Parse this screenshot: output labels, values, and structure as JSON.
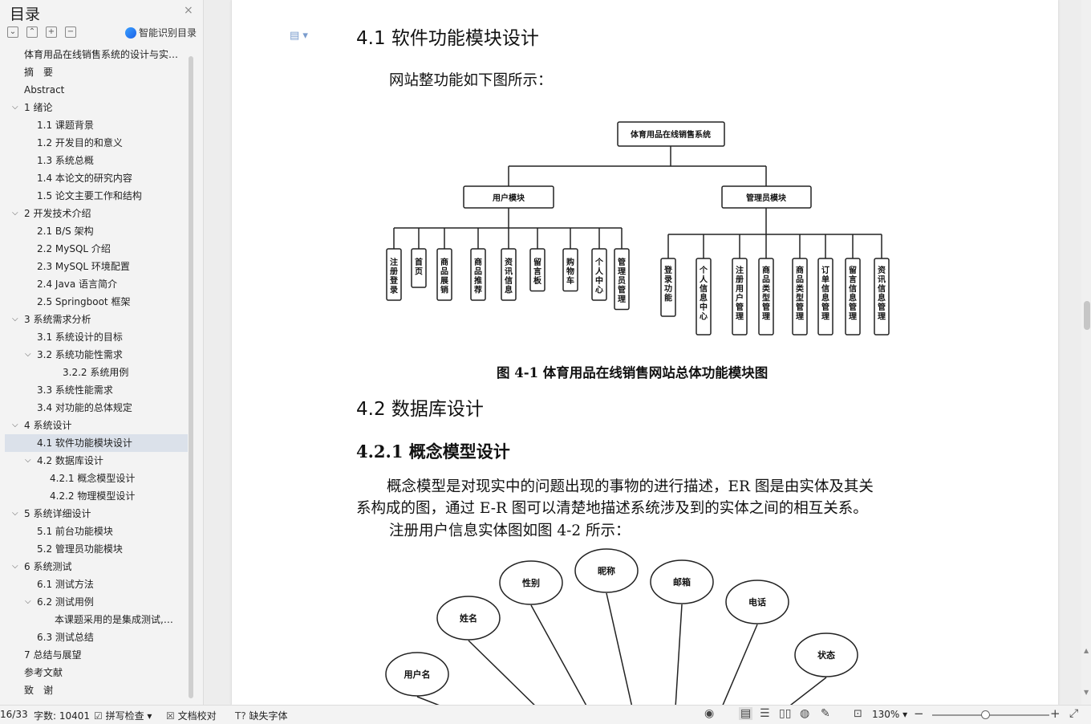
{
  "sidebar": {
    "title": "目录",
    "close_glyph": "×",
    "smart_toc_label": "智能识别目录",
    "items": [
      {
        "label": "体育用品在线销售系统的设计与实…",
        "level": 0,
        "chevron": false
      },
      {
        "label": "摘　要",
        "level": 0,
        "chevron": false
      },
      {
        "label": "Abstract",
        "level": 0,
        "chevron": false
      },
      {
        "label": "1 绪论",
        "level": 0,
        "chevron": true
      },
      {
        "label": "1.1 课题背景",
        "level": 1,
        "chevron": false
      },
      {
        "label": "1.2 开发目的和意义",
        "level": 1,
        "chevron": false
      },
      {
        "label": "1.3 系统总概",
        "level": 1,
        "chevron": false
      },
      {
        "label": "1.4 本论文的研究内容",
        "level": 1,
        "chevron": false
      },
      {
        "label": "1.5 论文主要工作和结构",
        "level": 1,
        "chevron": false
      },
      {
        "label": "2 开发技术介绍",
        "level": 0,
        "chevron": true
      },
      {
        "label": "2.1 B/S 架构",
        "level": 1,
        "chevron": false
      },
      {
        "label": "2.2 MySQL 介绍",
        "level": 1,
        "chevron": false
      },
      {
        "label": "2.3 MySQL 环境配置",
        "level": 1,
        "chevron": false
      },
      {
        "label": "2.4 Java 语言简介",
        "level": 1,
        "chevron": false
      },
      {
        "label": "2.5 Springboot 框架",
        "level": 1,
        "chevron": false
      },
      {
        "label": "3 系统需求分析",
        "level": 0,
        "chevron": true
      },
      {
        "label": "3.1 系统设计的目标",
        "level": 1,
        "chevron": false
      },
      {
        "label": "3.2 系统功能性需求",
        "level": 1,
        "chevron": true
      },
      {
        "label": "3.2.2 系统用例",
        "level": 3,
        "chevron": false
      },
      {
        "label": "3.3 系统性能需求",
        "level": 1,
        "chevron": false
      },
      {
        "label": "3.4 对功能的总体规定",
        "level": 1,
        "chevron": false
      },
      {
        "label": "4 系统设计",
        "level": 0,
        "chevron": true
      },
      {
        "label": "4.1 软件功能模块设计",
        "level": 1,
        "chevron": false,
        "active": true
      },
      {
        "label": "4.2 数据库设计",
        "level": 1,
        "chevron": true
      },
      {
        "label": "4.2.1 概念模型设计",
        "level": 2,
        "chevron": false
      },
      {
        "label": "4.2.2 物理模型设计",
        "level": 2,
        "chevron": false
      },
      {
        "label": "5 系统详细设计",
        "level": 0,
        "chevron": true
      },
      {
        "label": "5.1 前台功能模块",
        "level": 1,
        "chevron": false
      },
      {
        "label": "5.2 管理员功能模块",
        "level": 1,
        "chevron": false
      },
      {
        "label": "6 系统测试",
        "level": 0,
        "chevron": true
      },
      {
        "label": "6.1 测试方法",
        "level": 1,
        "chevron": false
      },
      {
        "label": "6.2 测试用例",
        "level": 1,
        "chevron": true
      },
      {
        "label": "本课题采用的是集成测试,…",
        "level": 2.4,
        "chevron": false
      },
      {
        "label": "6.3 测试总结",
        "level": 1,
        "chevron": false
      },
      {
        "label": "7 总结与展望",
        "level": 0,
        "chevron": false
      },
      {
        "label": "参考文献",
        "level": 0,
        "chevron": false
      },
      {
        "label": "致　谢",
        "level": 0,
        "chevron": false
      }
    ]
  },
  "document": {
    "heading_41": "4.1  软件功能模块设计",
    "para_overview": "网站整功能如下图所示：",
    "figure_41": {
      "root": "体育用品在线销售系统",
      "branch_user": "用户模块",
      "branch_admin": "管理员模块",
      "user_leaves": [
        "注册登录",
        "首页",
        "商品展销",
        "商品推荐",
        "资讯信息",
        "留言板",
        "购物车",
        "个人中心",
        "管理员管理"
      ],
      "admin_leaves": [
        "登录功能",
        "个人信息中心",
        "注册用户管理",
        "商品类型管理",
        "商品类型管理",
        "订单信息管理",
        "留言信息管理",
        "资讯信息管理"
      ]
    },
    "caption_41": "图 4-1  体育用品在线销售网站总体功能模块图",
    "heading_42": "4.2  数据库设计",
    "heading_421": "4.2.1  概念模型设计",
    "para_concept_1": "概念模型是对现实中的问题出现的事物的进行描述，ER 图是由实体及其关",
    "para_concept_2": "系构成的图，通过 E-R 图可以清楚地描述系统涉及到的实体之间的相互关系。",
    "para_concept_3": "注册用户信息实体图如图 4-2 所示：",
    "er_attributes": [
      "用户名",
      "姓名",
      "性别",
      "昵称",
      "邮箱",
      "电话",
      "状态"
    ]
  },
  "status_bar": {
    "page": "16/33",
    "word_count": "字数: 10401",
    "spell_check": "拼写检查",
    "doc_check": "文档校对",
    "missing_font": "缺失字体",
    "zoom": "130%",
    "zoom_level": 0.45
  }
}
